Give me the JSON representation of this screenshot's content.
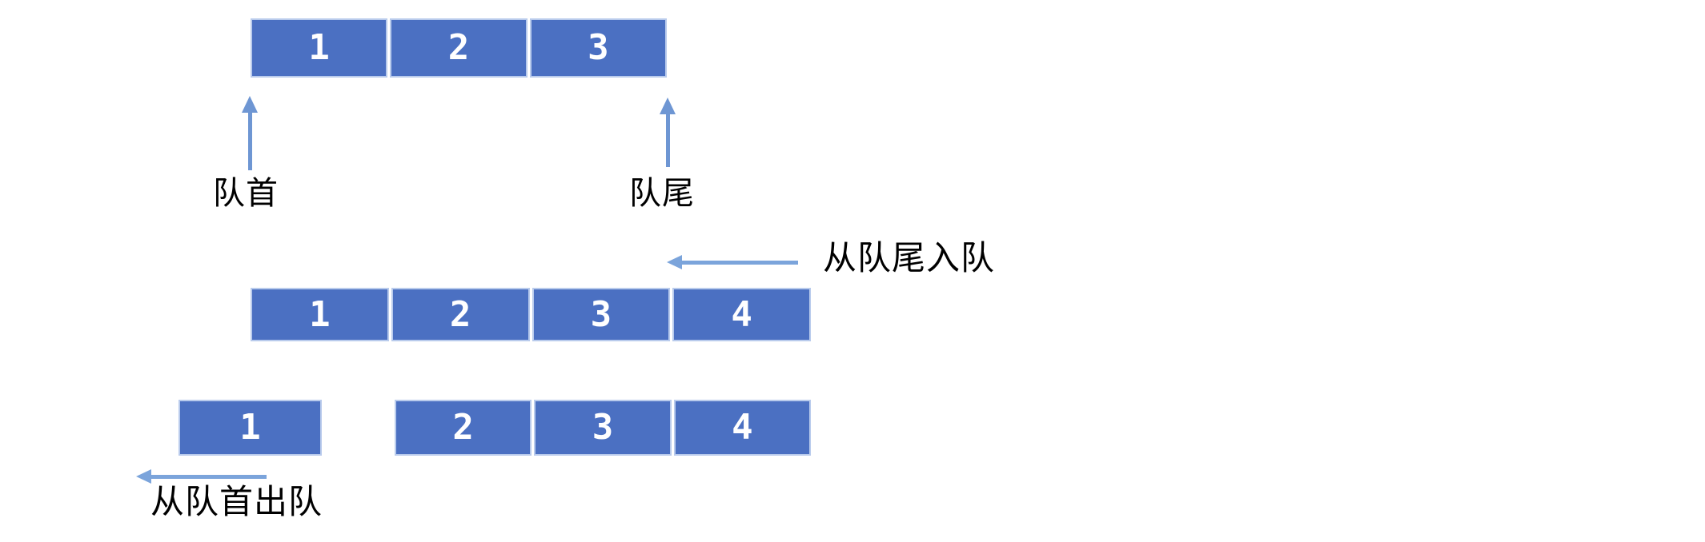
{
  "diagram": {
    "description": "Queue (FIFO) data structure operations diagram",
    "colors": {
      "cell_fill": "#4b70c2",
      "cell_border": "#b9cbec",
      "number_text": "#ffffff",
      "label_text": "#000000",
      "pointer_arrow": "#6e96d3",
      "operation_arrow": "#7ba4db"
    },
    "initial_queue": {
      "cells": [
        "1",
        "2",
        "3"
      ]
    },
    "after_enqueue_queue": {
      "cells": [
        "1",
        "2",
        "3",
        "4"
      ]
    },
    "after_dequeue_queue": {
      "removed": "1",
      "remaining": [
        "2",
        "3",
        "4"
      ]
    },
    "labels": {
      "front": "队首",
      "rear": "队尾",
      "enqueue": "从队尾入队",
      "dequeue": "从队首出队"
    }
  }
}
